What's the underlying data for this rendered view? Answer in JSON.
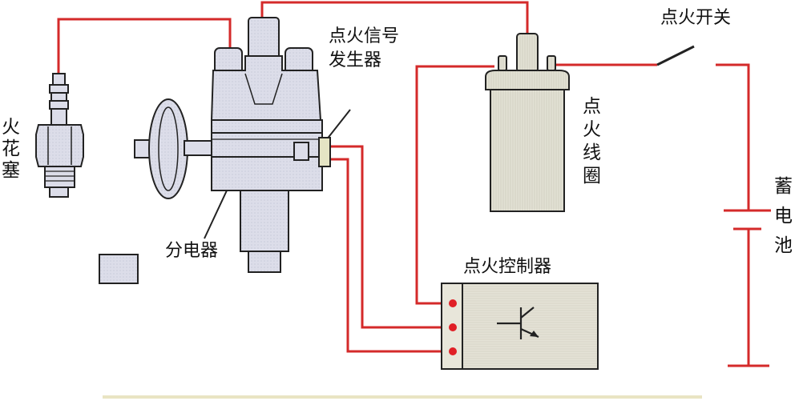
{
  "labels": {
    "spark_plug": [
      "火",
      "花",
      "塞"
    ],
    "signal_generator": [
      "点火信号",
      "发生器"
    ],
    "ignition_switch": "点火开关",
    "ignition_coil": [
      "点",
      "火",
      "线",
      "圈"
    ],
    "battery": [
      "蓄",
      "电",
      "池"
    ],
    "distributor": "分电器",
    "ignition_controller": "点火控制器"
  },
  "colors": {
    "wire": "#d42a2a",
    "wire_dark": "#222222",
    "body_fill": "#dadbe8",
    "body_stroke": "#222222",
    "coil_fill": "#dfe0d0",
    "controller_fill": "#e4e2d6",
    "terminal": "#e01f26",
    "bottom_rule": "#e9e4c3"
  }
}
